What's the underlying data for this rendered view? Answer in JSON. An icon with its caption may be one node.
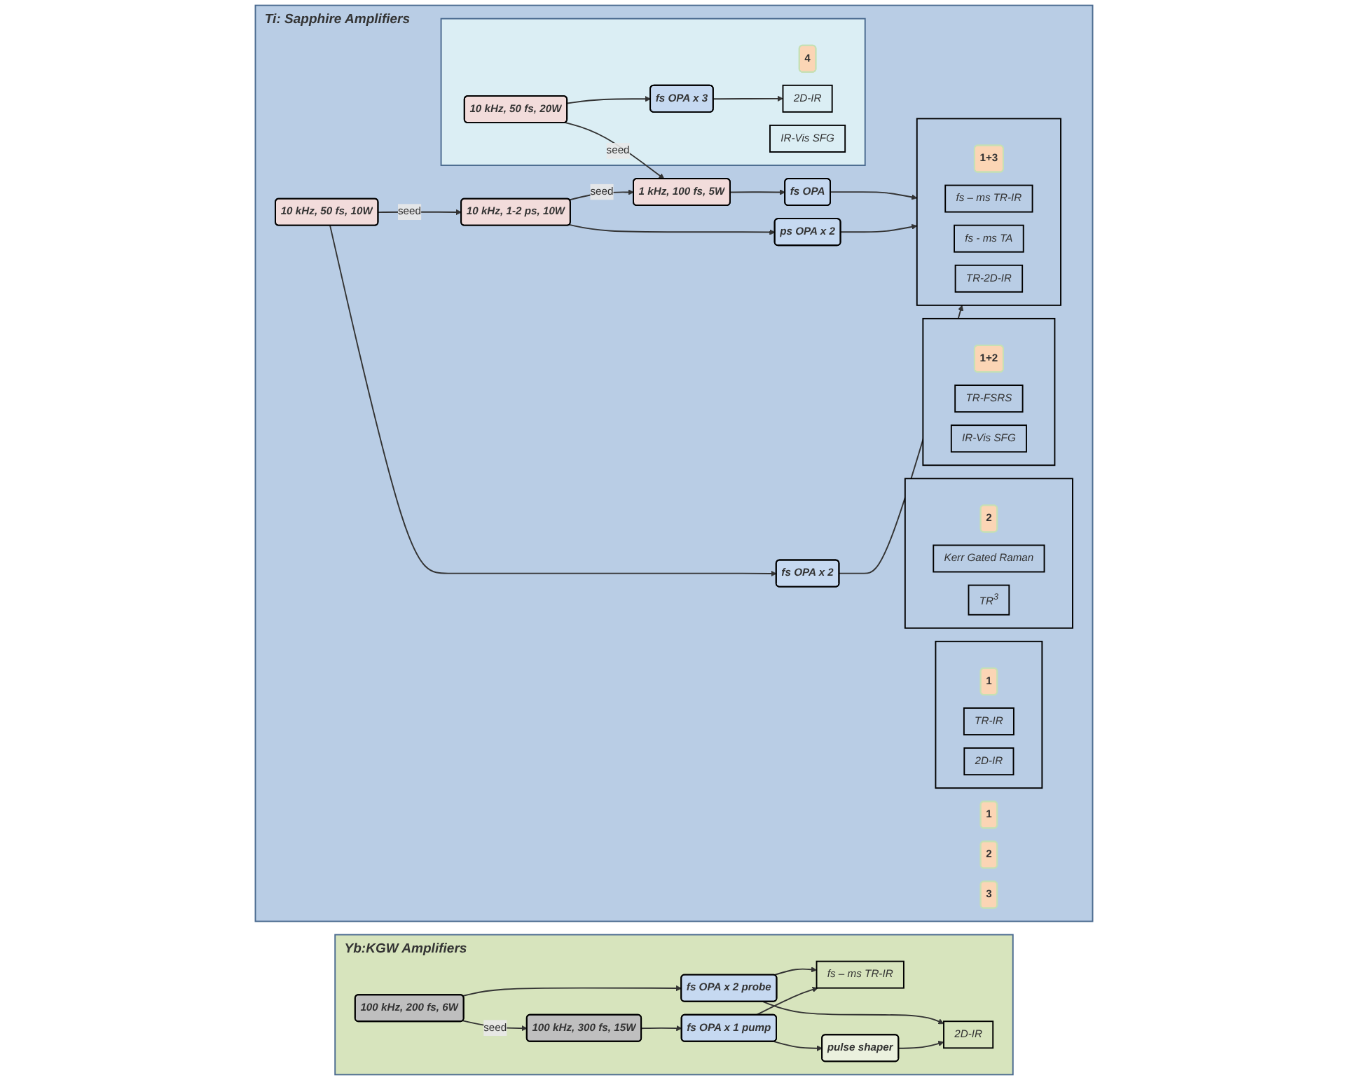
{
  "diagram": {
    "nodes": [
      {
        "text": [
          "Ti: Sapphire Amplifiers"
        ]
      },
      {
        "text": [
          "1"
        ],
        "in": 0
      },
      {
        "text": [
          "10 kHz, 50 fs, 10W"
        ],
        "in": 0
      },
      {
        "text": [
          "fs OPA x 2"
        ],
        "in": 0
      },
      {
        "text": [
          "2"
        ],
        "in": 0
      },
      {
        "text": [
          "10 kHz, 1-2 ps, 10W"
        ],
        "in": 0
      },
      {
        "text": [
          "ps OPA x 2"
        ],
        "in": 0
      },
      {
        "text": [
          "3"
        ],
        "in": 0
      },
      {
        "text": [
          "1 kHz, 100 fs, 5W"
        ],
        "in": 0
      },
      {
        "text": [
          "fs OPA"
        ],
        "in": 0
      },
      {
        "text": [],
        "shape": "box",
        "in": 0
      },
      {
        "text": [
          "1"
        ],
        "in": 10
      },
      {
        "text": [
          "TR-IR"
        ],
        "in": 10
      },
      {
        "text": [
          "2D-IR"
        ],
        "in": 10
      },
      {
        "text": [],
        "shape": "box",
        "in": 0
      },
      {
        "text": [
          "2"
        ],
        "in": 14
      },
      {
        "text": [
          "Kerr Gated Raman"
        ],
        "in": 14
      },
      {
        "text": [
          "TR$^{3}$"
        ],
        "in": 14
      },
      {
        "text": [],
        "shape": "box",
        "in": 0
      },
      {
        "text": [
          "1+3"
        ],
        "in": 18
      },
      {
        "text": [
          "fs – ms TR-IR"
        ],
        "in": 18
      },
      {
        "text": [
          "fs - ms TA"
        ],
        "in": 18
      },
      {
        "text": [
          "TR-2D-IR"
        ],
        "in": 18
      },
      {
        "text": [],
        "shape": "box",
        "in": 0
      },
      {
        "text": [
          "1+2"
        ],
        "in": 23
      },
      {
        "text": [
          "TR-FSRS"
        ],
        "in": 23
      },
      {
        "text": [
          "IR-Vis SFG"
        ],
        "in": 23
      },
      {
        "text": [],
        "shape": "box",
        "in": 0
      },
      {
        "text": [
          "4"
        ],
        "in": 27
      },
      {
        "text": [
          "10 kHz, 50 fs, 20W"
        ],
        "in": 27
      },
      {
        "text": [
          "fs OPA x 3"
        ],
        "in": 27
      },
      {
        "text": [
          "2D-IR"
        ],
        "in": 27
      },
      {
        "text": [
          "IR-Vis SFG"
        ],
        "in": 27
      },
      {
        "text": [
          "Yb:KGW Amplifiers"
        ]
      },
      {
        "text": [
          "100 kHz, 200 fs, 6W"
        ],
        "in": 33
      },
      {
        "text": [
          "fs OPA x 2 probe"
        ],
        "in": 33
      },
      {
        "text": [
          "100 kHz, 300 fs, 15W"
        ],
        "in": 33
      },
      {
        "text": [
          "fs OPA x 1 pump"
        ],
        "in": 33
      },
      {
        "text": [
          "fs – ms TR-IR"
        ],
        "in": 33
      },
      {
        "text": [
          "pulse shaper"
        ],
        "in": 33
      },
      {
        "text": [
          "2D-IR"
        ],
        "in": 33
      }
    ],
    "edges": [
      {
        "from": 2,
        "to": 3,
        "arrow": "to"
      },
      {
        "from": 5,
        "to": 6,
        "arrow": "to"
      },
      {
        "from": 8,
        "to": 9,
        "arrow": "to"
      },
      {
        "from": 29,
        "to": 8,
        "arrow": "to",
        "label": "seed"
      },
      {
        "from": 5,
        "to": 8,
        "arrow": "to",
        "label": "seed"
      },
      {
        "from": 2,
        "to": 5,
        "arrow": "to",
        "label": "seed"
      },
      {
        "from": 3,
        "to": 18,
        "arrow": "to"
      },
      {
        "from": 6,
        "to": 18,
        "arrow": "to"
      },
      {
        "from": 9,
        "to": 18,
        "arrow": "to"
      },
      {
        "from": 29,
        "to": 30,
        "arrow": "to"
      },
      {
        "from": 30,
        "to": 31,
        "arrow": "to"
      },
      {
        "from": 34,
        "to": 36,
        "arrow": "to",
        "label": "seed"
      },
      {
        "from": 34,
        "to": 35,
        "arrow": "to"
      },
      {
        "from": 36,
        "to": 37,
        "arrow": "to"
      },
      {
        "from": 35,
        "to": 38,
        "arrow": "to"
      },
      {
        "from": 35,
        "to": 40,
        "arrow": "to"
      },
      {
        "from": 37,
        "to": 38,
        "arrow": "to"
      },
      {
        "from": 37,
        "to": 39,
        "arrow": "to"
      },
      {
        "from": 39,
        "to": 40,
        "arrow": "to"
      }
    ]
  }
}
